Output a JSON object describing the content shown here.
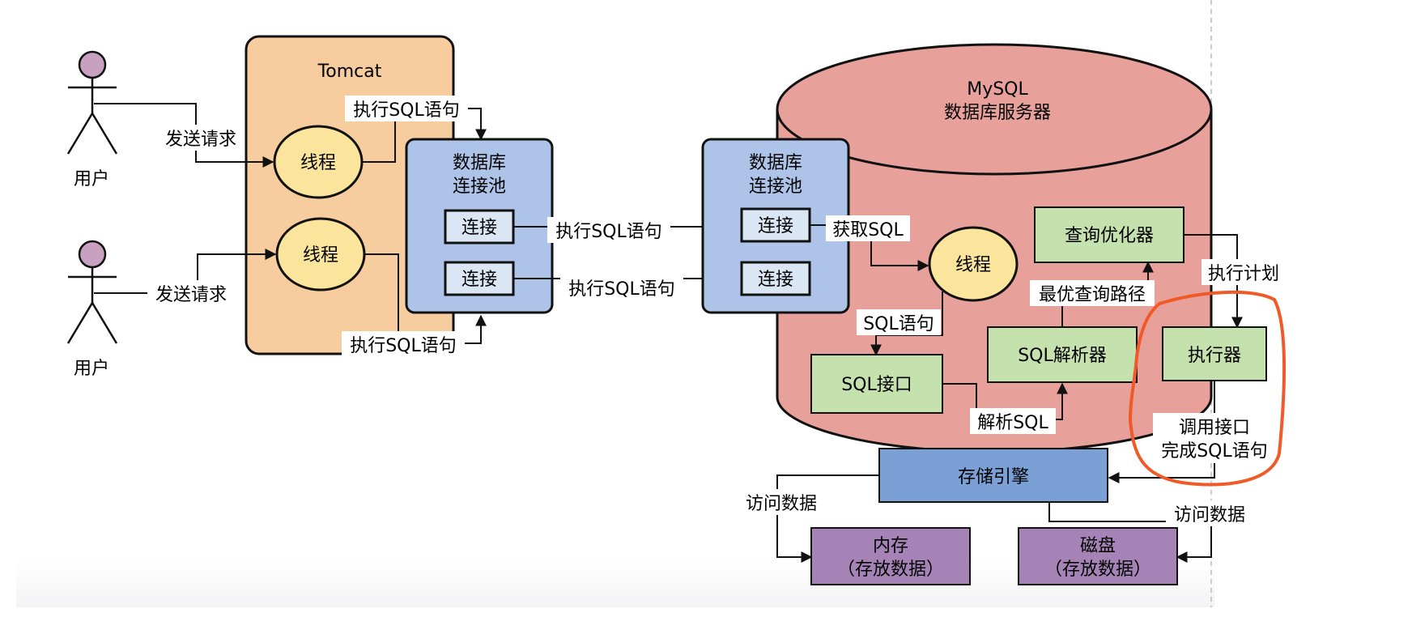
{
  "colors": {
    "tomcat": "#f7cda0",
    "pool": "#adc4e8",
    "cylinder": "#e8a09b",
    "thread": "#fbe49b",
    "module": "#c5e1ad",
    "storage": "#7aa0d6",
    "disk": "#a683b6",
    "actor": "#c8a0c0",
    "highlight": "#f05a28",
    "line": "#111111"
  },
  "users": [
    {
      "label": "用户",
      "request": "发送请求"
    },
    {
      "label": "用户",
      "request": "发送请求"
    }
  ],
  "tomcat": {
    "title": "Tomcat",
    "thread_1": "线程",
    "thread_2": "线程",
    "exec_top": "执行SQL语句",
    "exec_bottom": "执行SQL语句"
  },
  "client_pool": {
    "title_line1": "数据库",
    "title_line2": "连接池",
    "conn_1": "连接",
    "conn_2": "连接"
  },
  "wire": {
    "exec_1": "执行SQL语句",
    "exec_2": "执行SQL语句"
  },
  "server_pool": {
    "title_line1": "数据库",
    "title_line2": "连接池",
    "conn_1": "连接",
    "conn_2": "连接"
  },
  "mysql": {
    "title_line1": "MySQL",
    "title_line2": "数据库服务器",
    "get_sql": "获取SQL",
    "thread": "线程",
    "sql_statement": "SQL语句",
    "sql_interface": "SQL接口",
    "parse_sql": "解析SQL",
    "parser": "SQL解析器",
    "best_path": "最优查询路径",
    "optimizer": "查询优化器",
    "exec_plan": "执行计划",
    "executor": "执行器",
    "call_line1": "调用接口",
    "call_line2": "完成SQL语句",
    "storage_engine": "存储引擎"
  },
  "storage": {
    "access_left": "访问数据",
    "access_right": "访问数据",
    "memory_line1": "内存",
    "memory_line2": "（存放数据）",
    "disk_line1": "磁盘",
    "disk_line2": "（存放数据）"
  }
}
